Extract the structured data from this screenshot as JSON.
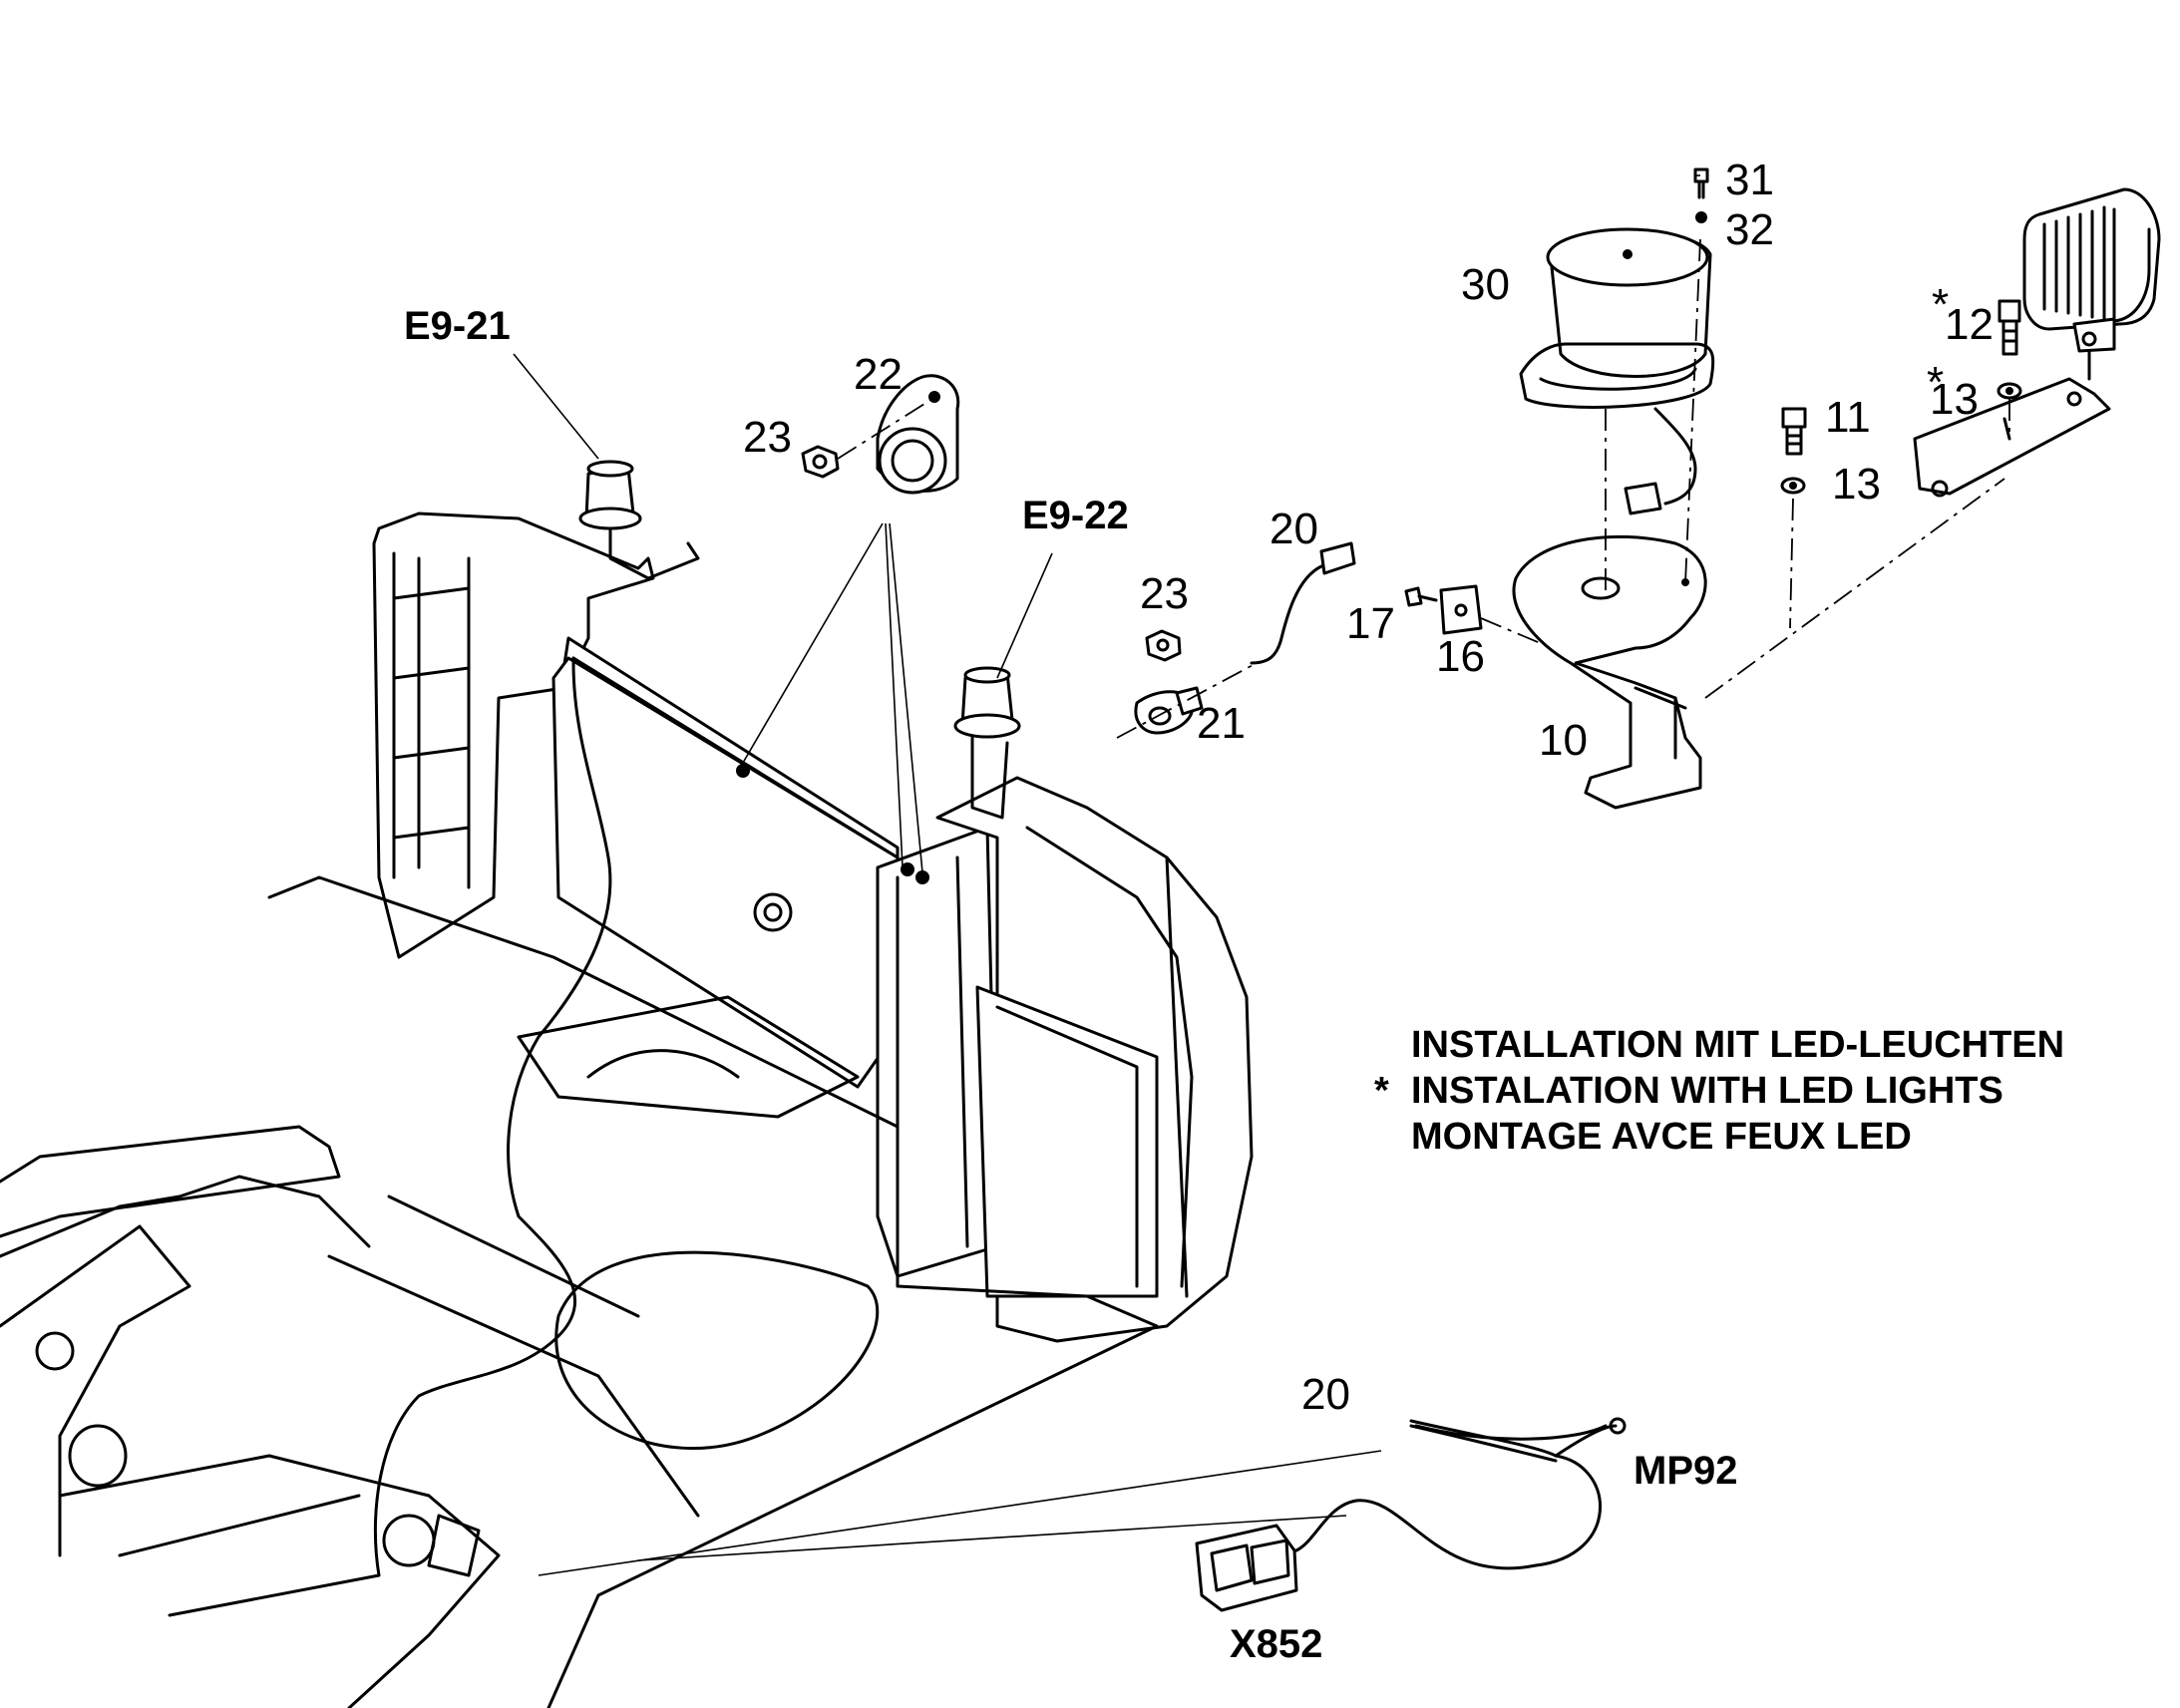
{
  "labels": {
    "e9_21": "E9-21",
    "e9_22": "E9-22",
    "mp92": "MP92",
    "x852": "X852",
    "p10": "10",
    "p11": "11",
    "p12": "12",
    "p13a": "13",
    "p13b": "13",
    "p16": "16",
    "p17": "17",
    "p20a": "20",
    "p20b": "20",
    "p21": "21",
    "p22": "22",
    "p23a": "23",
    "p23b": "23",
    "p30": "30",
    "p31": "31",
    "p32": "32",
    "star12": "*",
    "star13": "*"
  },
  "note": {
    "star": "*",
    "line1": "INSTALLATION MIT LED-LEUCHTEN",
    "line2": "INSTALATION WITH LED LIGHTS",
    "line3": "MONTAGE AVCE FEUX LED"
  }
}
